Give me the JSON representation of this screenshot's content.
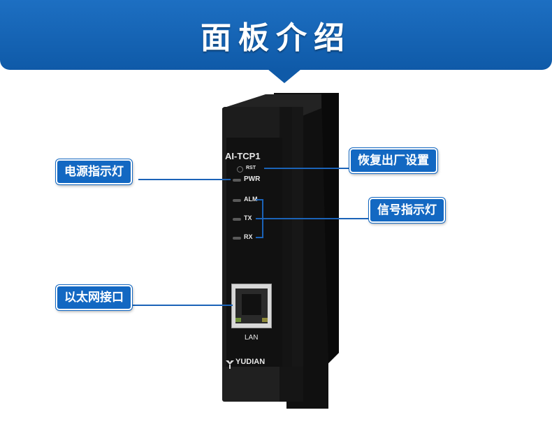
{
  "banner": {
    "title": "面板介绍"
  },
  "device": {
    "model": "AI-TCP1",
    "rst_label": "RST",
    "pwr_label": "PWR",
    "alm_label": "ALM",
    "tx_label": "TX",
    "rx_label": "RX",
    "lan_label": "LAN",
    "brand": "YUDIAN"
  },
  "callouts": {
    "power_led": "电源指示灯",
    "factory_reset": "恢复出厂设置",
    "signal_led": "信号指示灯",
    "ethernet_port": "以太网接口"
  },
  "colors": {
    "banner_blue": "#1368c2",
    "device_body": "#1c1c1c"
  }
}
